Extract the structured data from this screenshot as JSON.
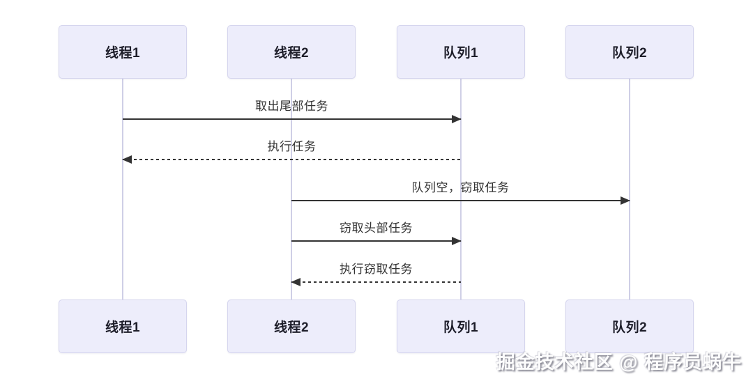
{
  "diagram": {
    "type": "sequence",
    "actors": [
      {
        "name": "线程1"
      },
      {
        "name": "线程2"
      },
      {
        "name": "队列1"
      },
      {
        "name": "队列2"
      }
    ],
    "messages": [
      {
        "label": "取出尾部任务",
        "from": "线程1",
        "to": "队列1",
        "line": "solid",
        "direction": "right"
      },
      {
        "label": "执行任务",
        "from": "队列1",
        "to": "线程1",
        "line": "dashed",
        "direction": "left"
      },
      {
        "label": "队列空，窃取任务",
        "from": "线程2",
        "to": "队列2",
        "line": "solid",
        "direction": "right"
      },
      {
        "label": "窃取头部任务",
        "from": "线程2",
        "to": "队列1",
        "line": "solid",
        "direction": "right"
      },
      {
        "label": "执行窃取任务",
        "from": "队列1",
        "to": "线程2",
        "line": "dashed",
        "direction": "left"
      }
    ]
  },
  "watermark": {
    "text": "掘金技术社区 @ 程序员蜗牛"
  },
  "colors": {
    "background": "#ffffff",
    "actor_fill": "#EDEDFB",
    "actor_border": "#D5D5EE",
    "lifeline": "#CFCFE6",
    "arrow": "#333333",
    "text": "#333333"
  }
}
